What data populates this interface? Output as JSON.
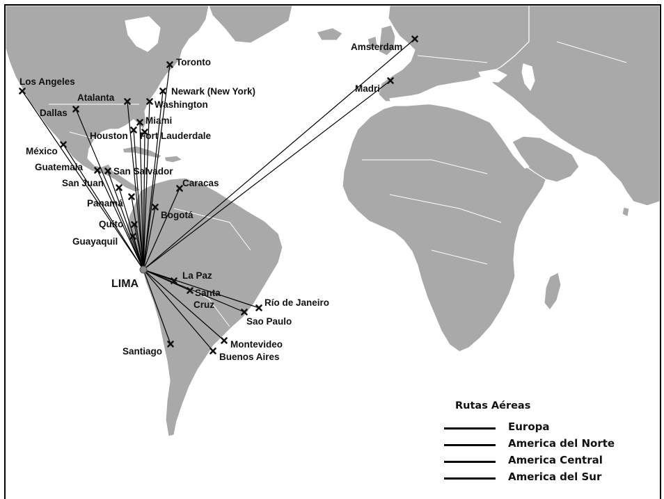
{
  "map": {
    "land_color": "#a9a9a9",
    "water_color": "#ffffff",
    "border_color": "#ffffff",
    "route_color": "#000000",
    "marker_icon": "cross-marker-icon",
    "hub_icon": "hub-dot-icon"
  },
  "hub": {
    "label": "LIMA"
  },
  "cities": [
    {
      "label": "Amsterdam"
    },
    {
      "label": "Madri"
    },
    {
      "label": "Toronto"
    },
    {
      "label": "Los Angeles"
    },
    {
      "label": "Atalanta"
    },
    {
      "label": "Newark (New York)"
    },
    {
      "label": "Washington"
    },
    {
      "label": "Dallas"
    },
    {
      "label": "Miami"
    },
    {
      "label": "Houston"
    },
    {
      "label": "Fort Lauderdale"
    },
    {
      "label": "México"
    },
    {
      "label": "Guatemala"
    },
    {
      "label": "San Salvador"
    },
    {
      "label": "San Juan"
    },
    {
      "label": "Caracas"
    },
    {
      "label": "Panamá"
    },
    {
      "label": "Bogotá"
    },
    {
      "label": "Quito"
    },
    {
      "label": "Guayaquil"
    },
    {
      "label": "La Paz"
    },
    {
      "label": "Santa"
    },
    {
      "label": "Cruz"
    },
    {
      "label": "Río de Janeiro"
    },
    {
      "label": "Sao Paulo"
    },
    {
      "label": "Santiago"
    },
    {
      "label": "Montevideo"
    },
    {
      "label": "Buenos Aires"
    }
  ],
  "legend": {
    "title": "Rutas Aéreas",
    "items": [
      {
        "label": "Europa"
      },
      {
        "label": "America del Norte"
      },
      {
        "label": "America Central"
      },
      {
        "label": "America del Sur"
      }
    ]
  }
}
